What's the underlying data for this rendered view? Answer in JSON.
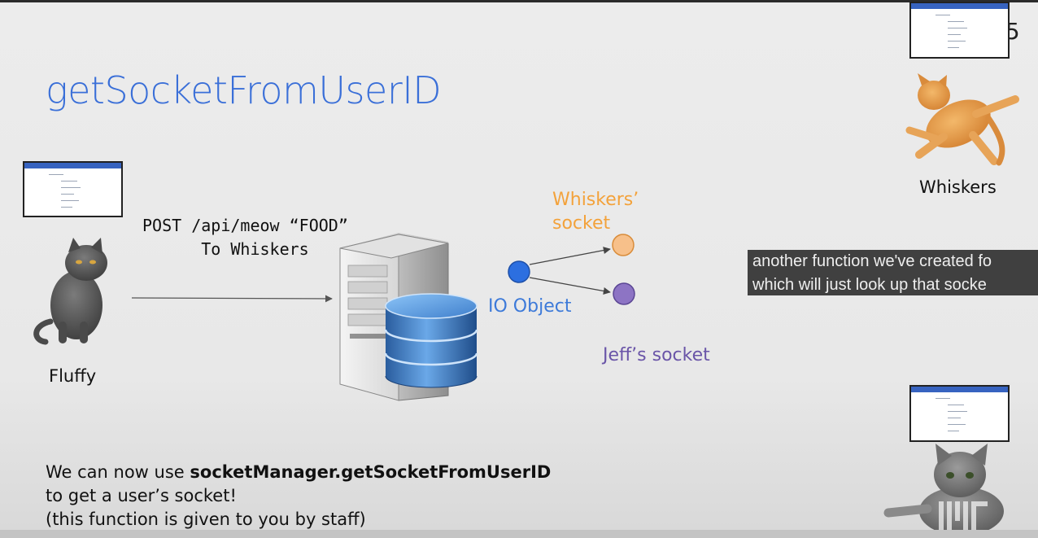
{
  "slide": {
    "number": "45",
    "title": "getSocketFromUserID",
    "request": {
      "line1": "POST /api/meow “FOOD”",
      "line2": "To Whiskers"
    },
    "labels": {
      "fluffy": "Fluffy",
      "whiskers": "Whiskers",
      "io_object": "IO Object",
      "whiskers_socket_line1": "Whiskers’",
      "whiskers_socket_line2": "socket",
      "jeff_socket": "Jeff’s socket"
    },
    "footer": {
      "prefix": "We can now use ",
      "function_name": "socketManager.getSocketFromUserID",
      "line2": "to get a user’s socket!",
      "line3": "(this function is given to you by staff)"
    }
  },
  "caption": {
    "line1": "another function we've created fo",
    "line2": "which will just look up that socke"
  },
  "colors": {
    "title": "#3a6fd8",
    "io_object": "#3d7ad9",
    "whiskers_socket": "#f3a23b",
    "jeff_socket": "#6a55a8",
    "io_node": "#2c6fe0",
    "whiskers_node": "#f7c08a",
    "jeff_node": "#8d74c4"
  },
  "icons": {
    "server": "server-with-database-icon",
    "fluffy": "gray-cat-image",
    "whiskers": "orange-cat-image",
    "bottom_cat": "tabby-cat-image",
    "watermark": "mit-logo"
  }
}
